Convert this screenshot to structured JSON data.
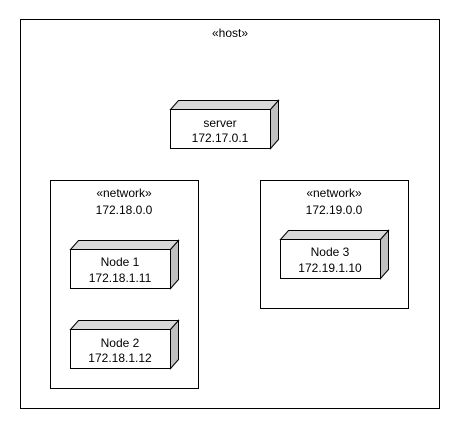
{
  "host": {
    "stereotype": "«host»"
  },
  "server": {
    "name": "server",
    "ip": "172.17.0.1"
  },
  "network_left": {
    "stereotype": "«network»",
    "subnet": "172.18.0.0",
    "nodes": [
      {
        "name": "Node 1",
        "ip": "172.18.1.11"
      },
      {
        "name": "Node 2",
        "ip": "172.18.1.12"
      }
    ]
  },
  "network_right": {
    "stereotype": "«network»",
    "subnet": "172.19.0.0",
    "nodes": [
      {
        "name": "Node 3",
        "ip": "172.19.1.10"
      }
    ]
  },
  "colors": {
    "line": "#000000",
    "node_face": "#ffffff",
    "node_top": "#d9d9d9",
    "node_side": "#c0c0c0",
    "background": "#ffffff"
  }
}
